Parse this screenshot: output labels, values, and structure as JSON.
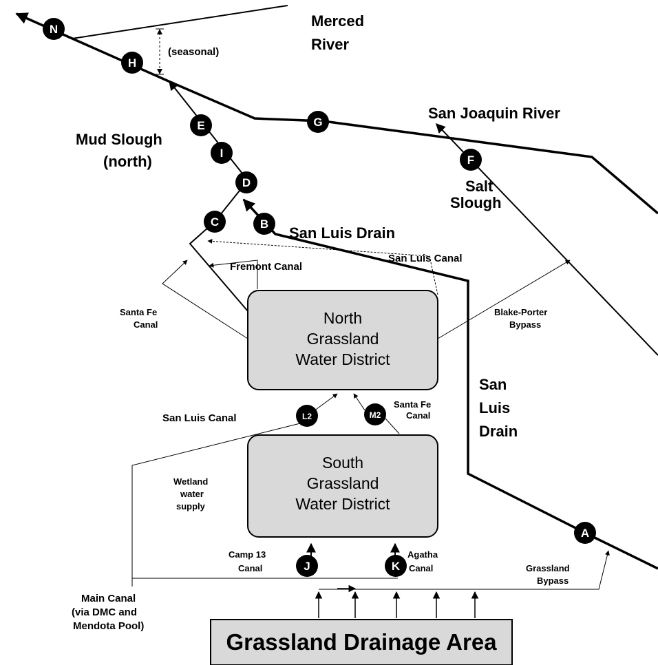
{
  "labels": {
    "merced_river_1": "Merced",
    "merced_river_2": "River",
    "seasonal": "(seasonal)",
    "san_joaquin_river": "San Joaquin River",
    "mud_slough_1": "Mud Slough",
    "mud_slough_2": "(north)",
    "salt_slough_1": "Salt",
    "salt_slough_2": "Slough",
    "san_luis_drain_top": "San Luis Drain",
    "fremont_canal": "Fremont Canal",
    "san_luis_canal_top": "San Luis Canal",
    "santa_fe_canal_1": "Santa Fe",
    "santa_fe_canal_2": "Canal",
    "blake_porter_1": "Blake-Porter",
    "blake_porter_2": "Bypass",
    "san_luis_drain_right_1": "San",
    "san_luis_drain_right_2": "Luis",
    "san_luis_drain_right_3": "Drain",
    "san_luis_canal_mid": "San Luis Canal",
    "santa_fe_canal_mid_1": "Santa Fe",
    "santa_fe_canal_mid_2": "Canal",
    "wetland_1": "Wetland",
    "wetland_2": "water",
    "wetland_3": "supply",
    "camp13_1": "Camp 13",
    "camp13_2": "Canal",
    "agatha_1": "Agatha",
    "agatha_2": "Canal",
    "grassland_bypass_1": "Grassland",
    "grassland_bypass_2": "Bypass",
    "main_canal_1": "Main Canal",
    "main_canal_2": "(via DMC and",
    "main_canal_3": "Mendota Pool)"
  },
  "boxes": {
    "north": [
      "North",
      "Grassland",
      "Water District"
    ],
    "south": [
      "South",
      "Grassland",
      "Water District"
    ],
    "drainage": "Grassland Drainage Area"
  },
  "sites": {
    "N": "N",
    "H": "H",
    "G": "G",
    "E": "E",
    "I": "I",
    "D": "D",
    "F": "F",
    "C": "C",
    "B": "B",
    "L2": "L2",
    "M2": "M2",
    "A": "A",
    "J": "J",
    "K": "K"
  },
  "colors": {
    "box_fill": "#d9d9d9",
    "site_fill": "#000000",
    "line": "#000000"
  }
}
